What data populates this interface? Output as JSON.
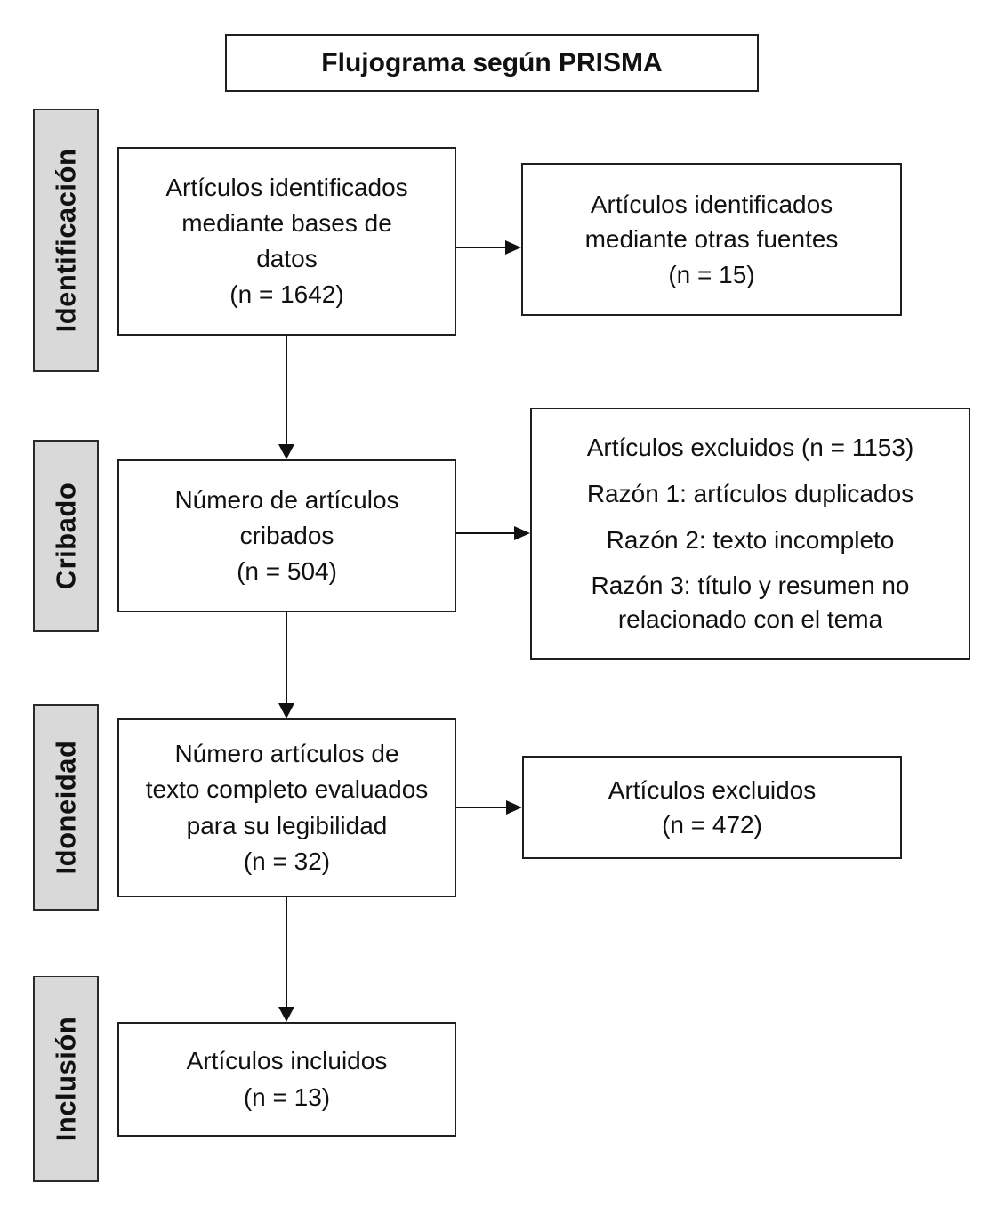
{
  "title": "Flujograma según PRISMA",
  "colors": {
    "stage_fill": "#d9d9d9",
    "box_border": "#1f1f1f",
    "line": "#111111",
    "background": "#ffffff",
    "text": "#111111"
  },
  "stages": [
    {
      "label": "Identificación"
    },
    {
      "label": "Cribado"
    },
    {
      "label": "Idoneidad"
    },
    {
      "label": "Inclusión"
    }
  ],
  "flow_boxes": [
    {
      "text": "Artículos identificados\nmediante bases de\ndatos\n(n = 1642)"
    },
    {
      "text": "Número de artículos\ncribados\n(n = 504)"
    },
    {
      "text": "Número artículos de\ntexto completo evaluados\npara su legibilidad\n(n = 32)"
    },
    {
      "text": "Artículos incluidos\n(n = 13)"
    }
  ],
  "side_boxes": {
    "other_sources": {
      "text": "Artículos identificados\nmediante otras fuentes\n(n = 15)"
    },
    "excluded_screening": {
      "title": "Artículos excluidos (n = 1153)",
      "reasons": [
        "Razón 1: artículos duplicados",
        "Razón 2: texto incompleto",
        "Razón 3: título y resumen no\nrelacionado con el tema"
      ]
    },
    "excluded_eligibility": {
      "text": "Artículos excluidos\n(n = 472)"
    }
  }
}
